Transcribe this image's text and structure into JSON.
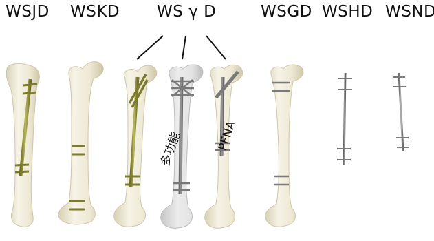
{
  "labels": {
    "wsjd": "WSJD",
    "wskd": "WSKD",
    "wsyd": "WS γ D",
    "wsgd": "WSGD",
    "wshd": "WSHD",
    "wsnd": "WSND"
  },
  "sublabels": {
    "multi": "多功能",
    "pfna": "PFNA"
  },
  "colors": {
    "bone": "#f1eddd",
    "bone_shade": "#d9d2b8",
    "bone_gray": "#dedede",
    "bone_gray_shade": "#c2c2c2",
    "implant_yellow": "#9a9a3e",
    "implant_gray": "#8f8f8f",
    "line": "#111111"
  }
}
